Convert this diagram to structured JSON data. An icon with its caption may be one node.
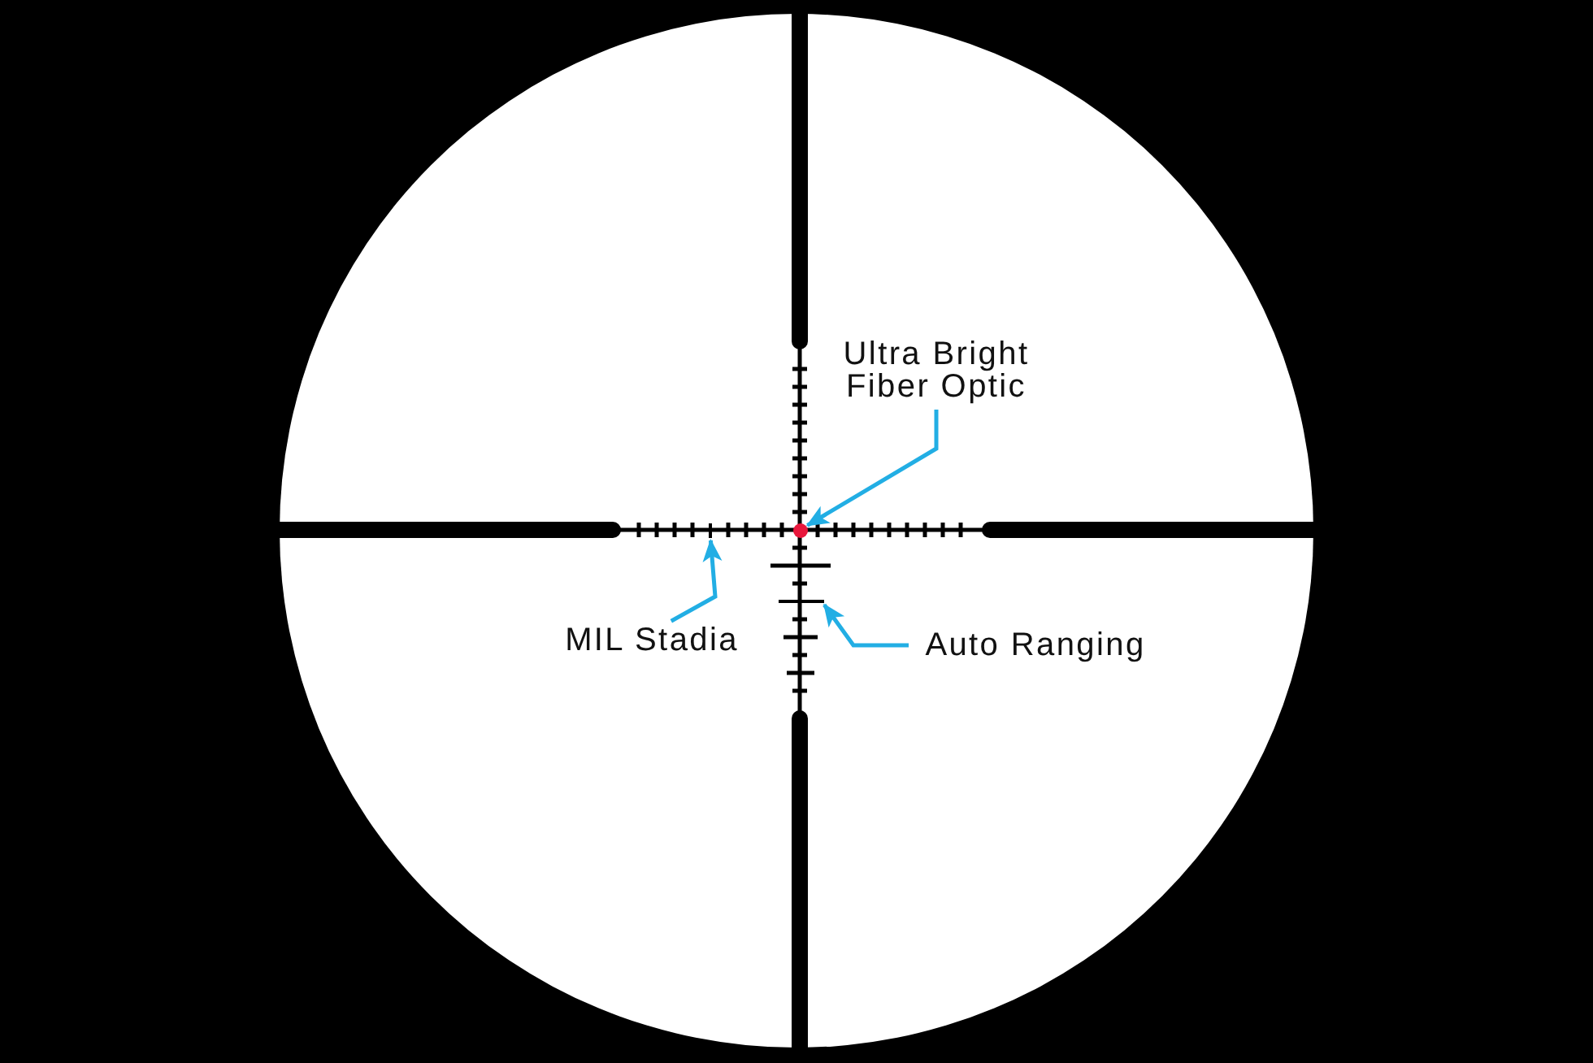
{
  "diagram": {
    "nodes": [
      {
        "text": [
          "Ultra Bright Fiber Optic"
        ]
      },
      {
        "text": [],
        "shape": "circle"
      },
      {
        "text": [],
        "shape": "bar"
      },
      {
        "text": [
          "MIL Stadia"
        ]
      },
      {
        "text": [],
        "shape": "bar"
      },
      {
        "text": [
          "Auto Ranging"
        ]
      }
    ],
    "edges": [
      {
        "from": 0,
        "to": 1,
        "arrow": "to"
      },
      {
        "from": 3,
        "to": 2,
        "arrow": "to"
      },
      {
        "from": 5,
        "to": 4,
        "arrow": "to"
      }
    ]
  }
}
